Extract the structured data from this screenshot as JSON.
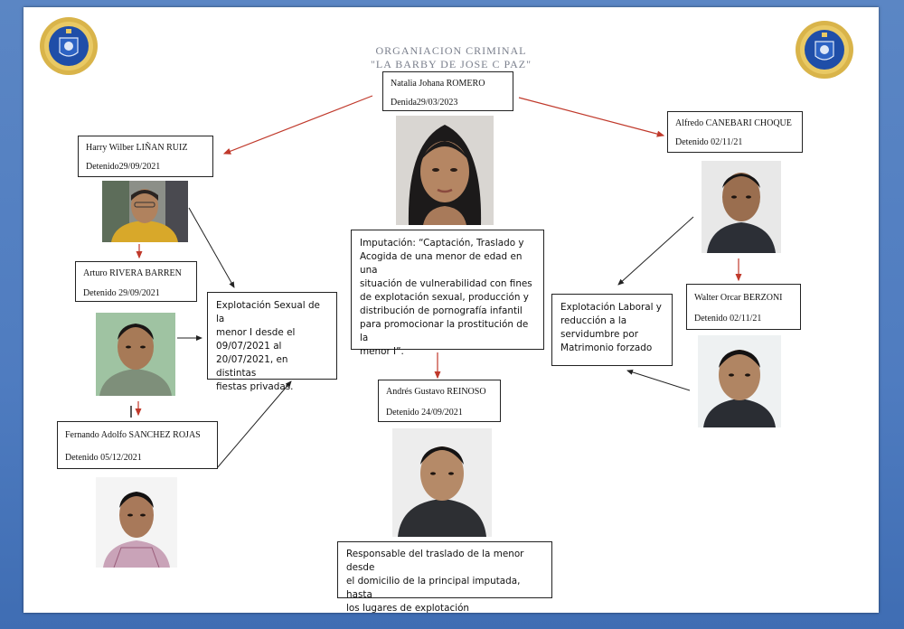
{
  "title": {
    "line1": "ORGANIACION CRIMINAL",
    "line2": "\"LA BARBY DE JOSE C PAZ\""
  },
  "colors": {
    "background": "#4f7cc0",
    "emblem_blue": "#1f4ea8",
    "emblem_gold": "#d9b44a",
    "arrow_red": "#c0392b",
    "arrow_dark": "#222222"
  },
  "people": {
    "romero": {
      "name": "Natalia Johana ROMERO",
      "status": "Denida29/03/2023"
    },
    "linan": {
      "name": "Harry Wilber LIÑAN RUIZ",
      "status": "Detenido29/09/2021"
    },
    "canebari": {
      "name": "Alfredo CANEBARI CHOQUE",
      "status": "Detenido 02/11/21"
    },
    "rivera": {
      "name": "Arturo RIVERA BARREN",
      "status": "Detenido 29/09/2021"
    },
    "sanchez": {
      "name": "Fernando Adolfo SANCHEZ ROJAS",
      "status": "Detenido 05/12/2021"
    },
    "reinoso": {
      "name": "Andrés Gustavo REINOSO",
      "status": "Detenido 24/09/2021"
    },
    "berzoni": {
      "name": "Walter Orcar BERZONI",
      "status": "Detenido 02/11/21"
    }
  },
  "descriptions": {
    "imputacion": "Imputación: “Captación, Traslado y\nAcogida de una menor de edad en una\nsituación de vulnerabilidad con fines\nde explotación sexual, producción y\ndistribución de pornografía infantil\npara promocionar la prostitución de la\nmenor I”.",
    "explotacion_sexual": "Explotación Sexual de la\nmenor I desde el\n09/07/2021 al\n20/07/2021,  en distintas\nfiestas privadas.",
    "explotacion_laboral": "Explotación Laboral y\nreducción a la\nservidumbre por\nMatrimonio forzado",
    "responsable": "Responsable del traslado de la menor desde\nel domicilio de la principal imputada, hasta\nlos lugares de explotación"
  }
}
